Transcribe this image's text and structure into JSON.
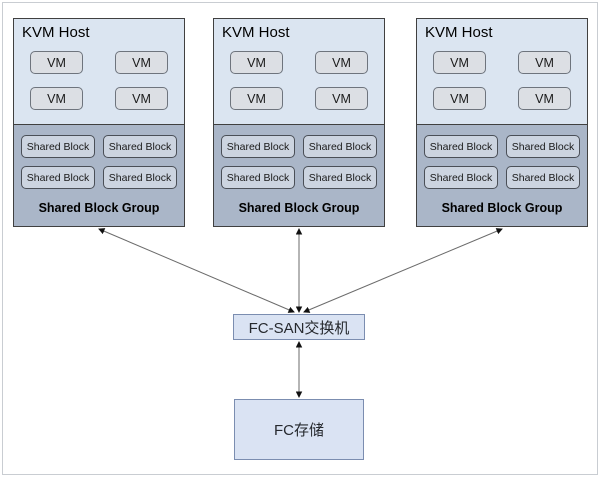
{
  "diagram": {
    "hosts": [
      {
        "title": "KVM Host",
        "vms": [
          "VM",
          "VM",
          "VM",
          "VM"
        ],
        "shared_blocks": [
          "Shared Block",
          "Shared Block",
          "Shared Block",
          "Shared Block"
        ],
        "group_label": "Shared Block Group"
      },
      {
        "title": "KVM Host",
        "vms": [
          "VM",
          "VM",
          "VM",
          "VM"
        ],
        "shared_blocks": [
          "Shared Block",
          "Shared Block",
          "Shared Block",
          "Shared Block"
        ],
        "group_label": "Shared Block Group"
      },
      {
        "title": "KVM Host",
        "vms": [
          "VM",
          "VM",
          "VM",
          "VM"
        ],
        "shared_blocks": [
          "Shared Block",
          "Shared Block",
          "Shared Block",
          "Shared Block"
        ],
        "group_label": "Shared Block Group"
      }
    ],
    "switch": {
      "label": "FC-SAN交换机"
    },
    "storage": {
      "label": "FC存储"
    },
    "edges": [
      {
        "from": "kvm-host-1",
        "to": "fc-san-switch",
        "bidirectional": true
      },
      {
        "from": "kvm-host-2",
        "to": "fc-san-switch",
        "bidirectional": true
      },
      {
        "from": "kvm-host-3",
        "to": "fc-san-switch",
        "bidirectional": true
      },
      {
        "from": "fc-san-switch",
        "to": "fc-storage",
        "bidirectional": true
      }
    ],
    "colors": {
      "host_fill": "#dbe5f1",
      "host_border": "#404040",
      "vm_fill": "#dcdfe4",
      "group_section_fill": "#aab6c8",
      "shared_block_fill": "#ccd4e0",
      "node_fill": "#dae3f3",
      "node_border": "#7b8db0",
      "connector": "#666666"
    }
  }
}
